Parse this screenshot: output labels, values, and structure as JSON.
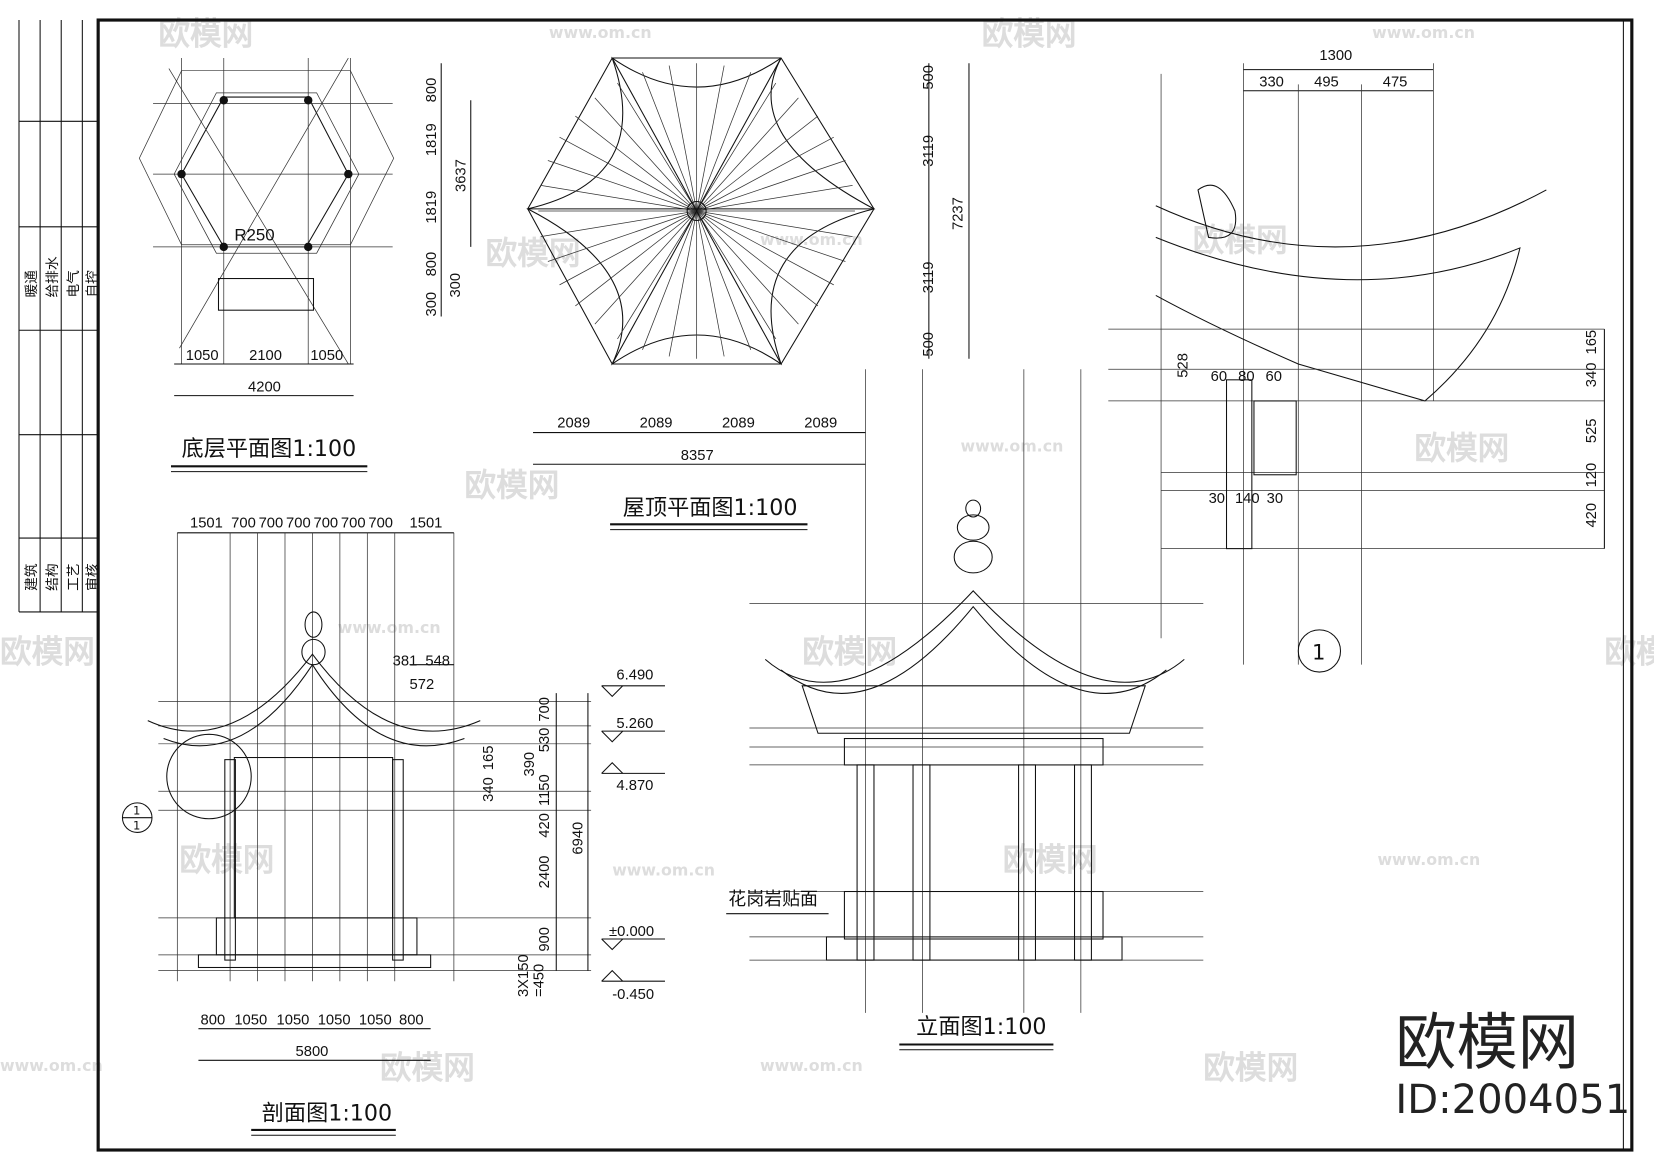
{
  "title_block": {
    "upper_labels": [
      "暖通",
      "给排水",
      "电气",
      "自控"
    ],
    "lower_labels": [
      "建筑",
      "结构",
      "工艺",
      "审核"
    ]
  },
  "ground_plan": {
    "title": "底层平面图1:100",
    "radius_label": "R250",
    "width_dims": [
      "1050",
      "2100",
      "1050"
    ],
    "total_width": "4200",
    "height_dims": [
      "800",
      "1819",
      "1819",
      "800",
      "300",
      "300"
    ],
    "total_height": "3637"
  },
  "roof_plan": {
    "title": "屋顶平面图1:100",
    "width_dims": [
      "2089",
      "2089",
      "2089",
      "2089"
    ],
    "total_width": "8357",
    "height_dims": [
      "500",
      "3119",
      "3119",
      "500"
    ],
    "total_height": "7237"
  },
  "detail": {
    "top_total": "1300",
    "top_dims": [
      "330",
      "495",
      "475"
    ],
    "mid_dims": [
      "60",
      "80",
      "60"
    ],
    "left_dim": "528",
    "bottom_dims": [
      "30",
      "140",
      "30"
    ],
    "right_dims": [
      "165",
      "340",
      "525",
      "120",
      "420"
    ],
    "callout": "1"
  },
  "section": {
    "title": "剖面图1:100",
    "top_dims": [
      "1501",
      "700",
      "700",
      "700",
      "700",
      "700",
      "700",
      "1501"
    ],
    "eave_dims": [
      "381",
      "548",
      "572"
    ],
    "bottom_dims": [
      "800",
      "1050",
      "1050",
      "1050",
      "1050",
      "800"
    ],
    "total_width": "5800",
    "vertical_dims": [
      "700",
      "530",
      "390",
      "165",
      "340",
      "1150",
      "420",
      "2400",
      "900",
      "3X150",
      "=450"
    ],
    "total_height": "6940",
    "levels": [
      "6.490",
      "5.260",
      "4.870",
      "±0.000",
      "-0.450"
    ],
    "callout_top": "1",
    "callout_bottom": "1"
  },
  "elevation": {
    "title": "立面图1:100",
    "material_note": "花岗岩贴面"
  },
  "watermark": {
    "brand": "欧模网",
    "url": "www.om.cn",
    "id_label": "ID:2004051"
  }
}
